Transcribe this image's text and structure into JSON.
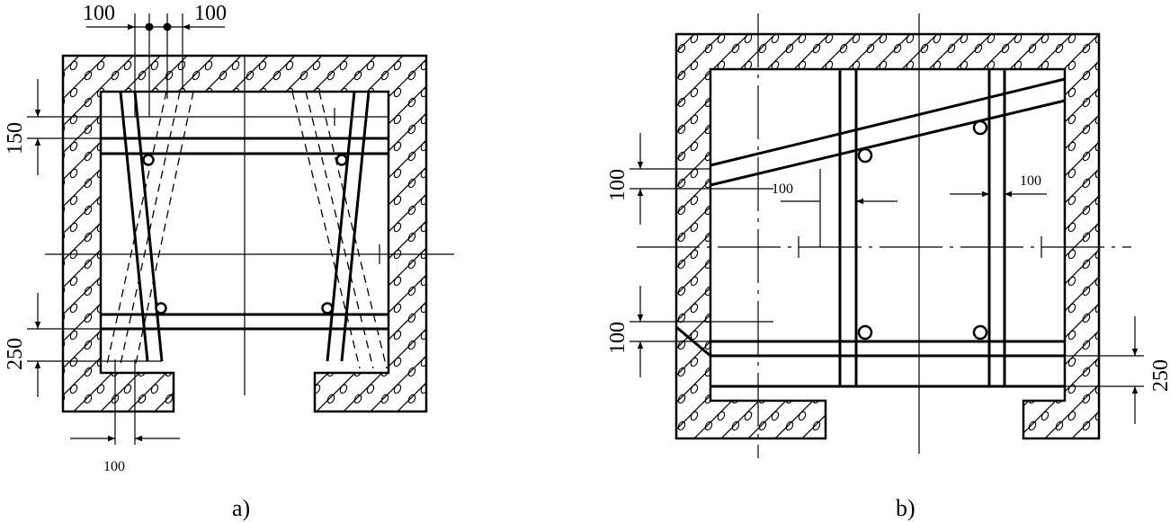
{
  "figure_a": {
    "caption": "a)",
    "dims": {
      "top_left": "100",
      "top_right": "100",
      "left_upper": "150",
      "left_lower": "250",
      "bottom": "100"
    }
  },
  "figure_b": {
    "caption": "b)",
    "dims": {
      "left_upper": "100",
      "mid_left": "100",
      "mid_right": "100",
      "left_lower": "100",
      "right_lower": "250"
    }
  }
}
